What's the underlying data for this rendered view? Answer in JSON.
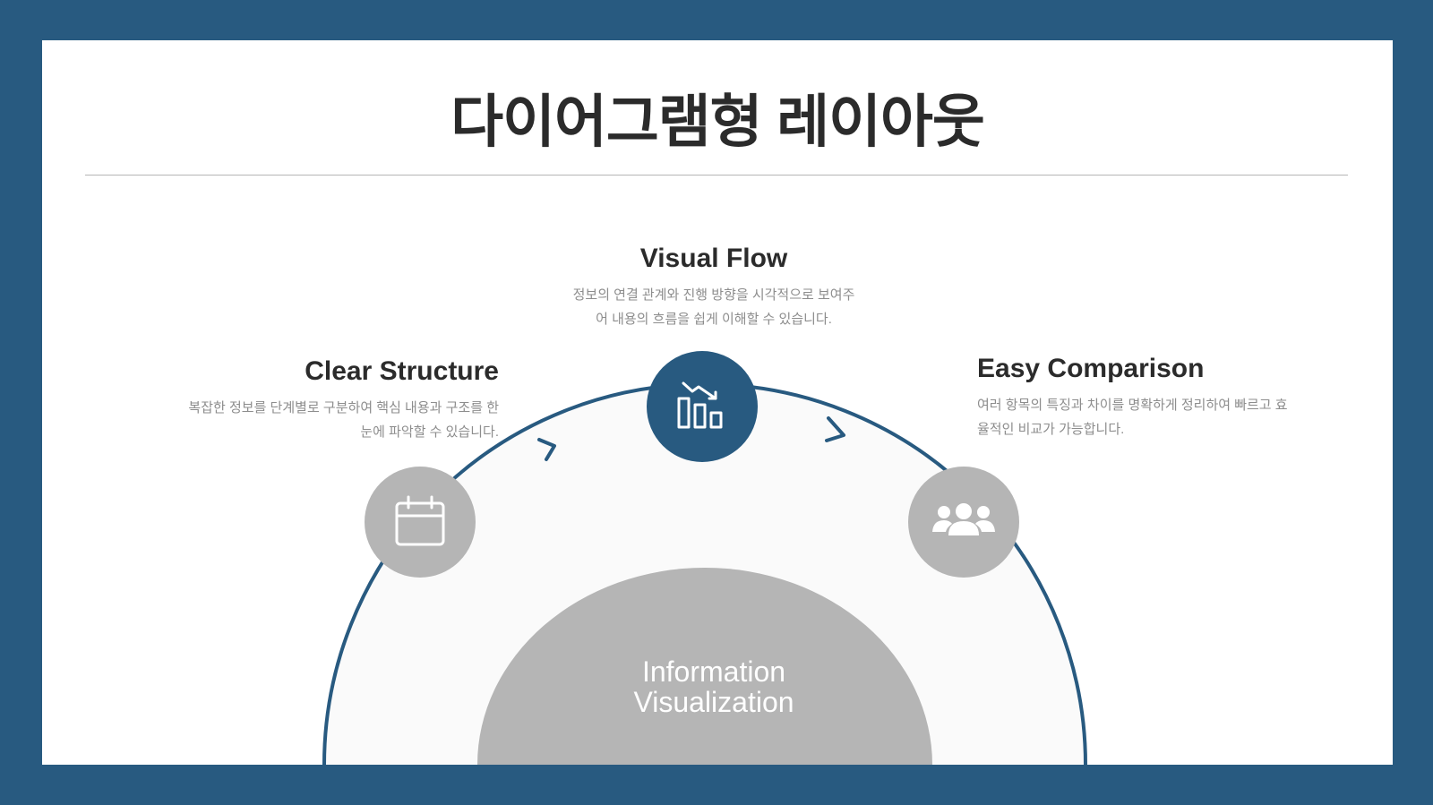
{
  "title": "다이어그램형 레이아웃",
  "colors": {
    "frame": "#285a80",
    "accent": "#285a80",
    "inactive": "#b5b5b5",
    "text_dark": "#2b2b2b",
    "text_muted": "#8d8d8d"
  },
  "left": {
    "heading": "Clear Structure",
    "desc_line1": "복잡한 정보를 단계별로 구분하여 핵심 내용과 구조를 한",
    "desc_line2": "눈에 파악할 수 있습니다.",
    "icon": "calendar-icon"
  },
  "top": {
    "heading": "Visual Flow",
    "desc_line1": "정보의 연결 관계와 진행 방향을 시각적으로 보여주",
    "desc_line2": "어 내용의 흐름을 쉽게 이해할 수 있습니다.",
    "icon": "bar-chart-trend-icon"
  },
  "right": {
    "heading": "Easy Comparison",
    "desc_line1": "여러 항목의 특징과 차이를 명확하게 정리하여 빠르고 효",
    "desc_line2": "율적인 비교가 가능합니다.",
    "icon": "users-group-icon"
  },
  "center": {
    "line1": "Information",
    "line2": "Visualization"
  }
}
